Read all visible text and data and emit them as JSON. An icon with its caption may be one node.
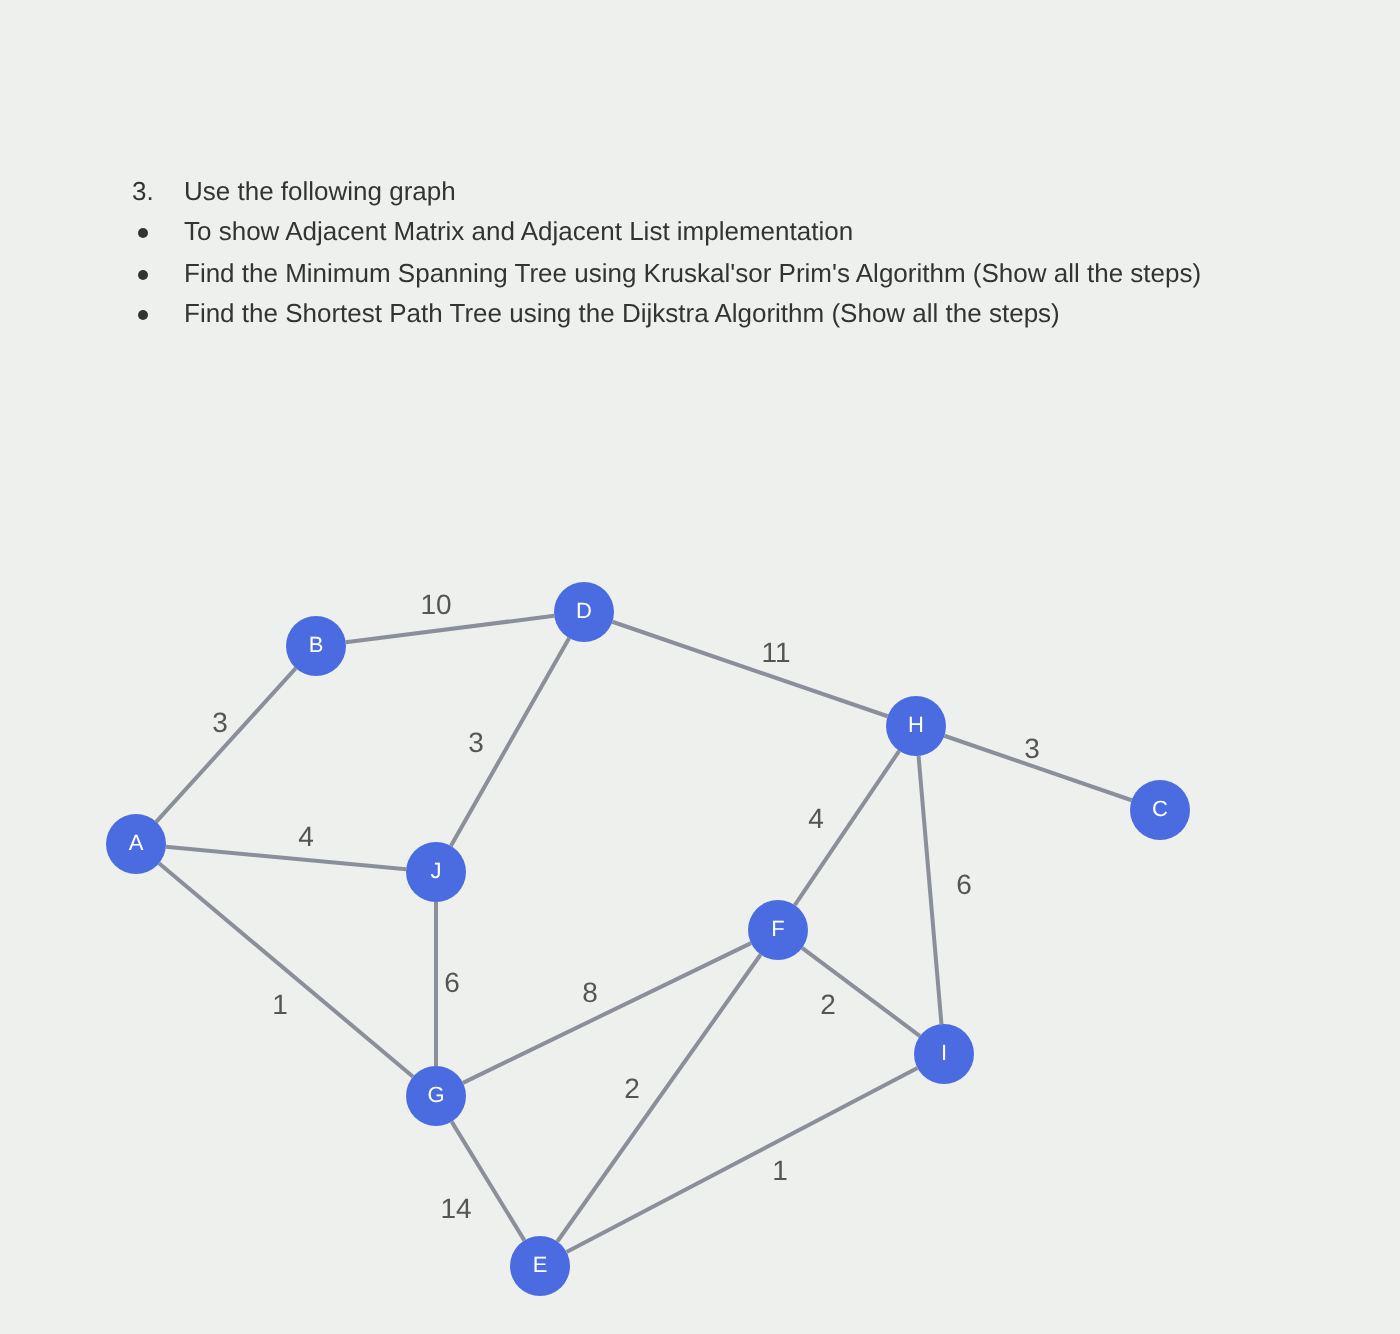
{
  "diagram": {
    "labels": [
      "3.",
      "Use the following graph",
      "To show Adjacent Matrix and Adjacent List implementation",
      "Find the Minimum Spanning Tree using Kruskal'sor Prim's Algorithm (Show all the steps)",
      "Find the Shortest Path Tree using the Dijkstra Algorithm (Show all the steps)"
    ],
    "nodes": [
      {
        "text": [
          "B"
        ]
      },
      {
        "text": [
          "D"
        ]
      },
      {
        "text": [
          "H"
        ]
      },
      {
        "text": [
          "A"
        ]
      },
      {
        "text": [
          "C"
        ]
      },
      {
        "text": [
          "J"
        ]
      },
      {
        "text": [
          "F"
        ]
      },
      {
        "text": [
          "I"
        ]
      },
      {
        "text": [
          "G"
        ]
      },
      {
        "text": [
          "E"
        ]
      }
    ],
    "edges": [
      {
        "from": 3,
        "to": 0,
        "arrow": "none",
        "label": "3"
      },
      {
        "from": 0,
        "to": 1,
        "arrow": "none",
        "label": "10"
      },
      {
        "from": 1,
        "to": 2,
        "arrow": "none",
        "label": "11"
      },
      {
        "from": 2,
        "to": 4,
        "arrow": "none",
        "label": "3"
      },
      {
        "from": 3,
        "to": 5,
        "arrow": "none",
        "label": "4"
      },
      {
        "from": 1,
        "to": 5,
        "arrow": "none",
        "label": "3"
      },
      {
        "from": 3,
        "to": 8,
        "arrow": "none",
        "label": "1"
      },
      {
        "from": 5,
        "to": 8,
        "arrow": "none",
        "label": "6"
      },
      {
        "from": 2,
        "to": 6,
        "arrow": "none",
        "label": "4"
      },
      {
        "from": 2,
        "to": 7,
        "arrow": "none",
        "label": "6"
      },
      {
        "from": 6,
        "to": 7,
        "arrow": "none",
        "label": "2"
      },
      {
        "from": 8,
        "to": 6,
        "arrow": "none",
        "label": "8"
      },
      {
        "from": 6,
        "to": 9,
        "arrow": "none",
        "label": "2"
      },
      {
        "from": 8,
        "to": 9,
        "arrow": "none",
        "label": "14"
      },
      {
        "from": 9,
        "to": 7,
        "arrow": "none",
        "label": "1"
      }
    ]
  }
}
